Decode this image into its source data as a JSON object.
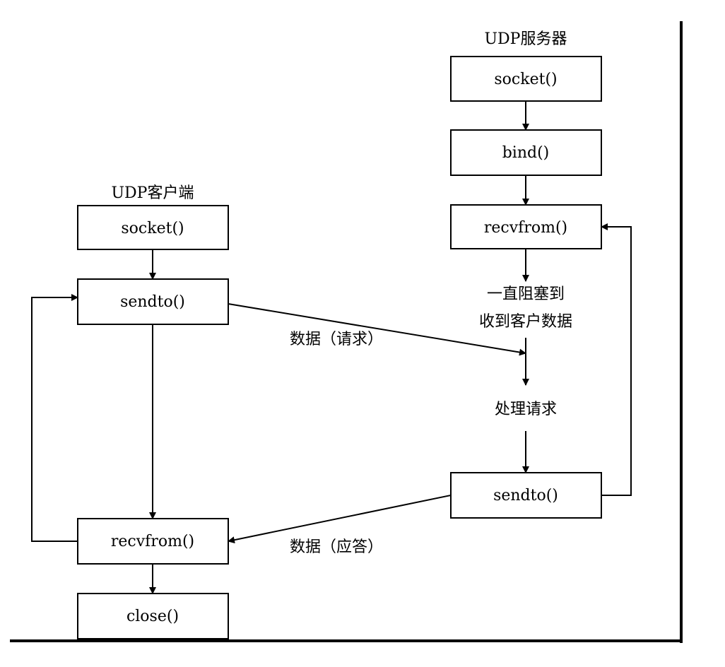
{
  "server": {
    "title": "UDP服务器",
    "socket": "socket()",
    "bind": "bind()",
    "recvfrom": "recvfrom()",
    "block_line1": "一直阻塞到",
    "block_line2": "收到客户数据",
    "process": "处理请求",
    "sendto": "sendto()"
  },
  "client": {
    "title": "UDP客户端",
    "socket": "socket()",
    "sendto": "sendto()",
    "recvfrom": "recvfrom()",
    "close": "close()"
  },
  "edges": {
    "request": "数据（请求）",
    "response": "数据（应答）"
  }
}
